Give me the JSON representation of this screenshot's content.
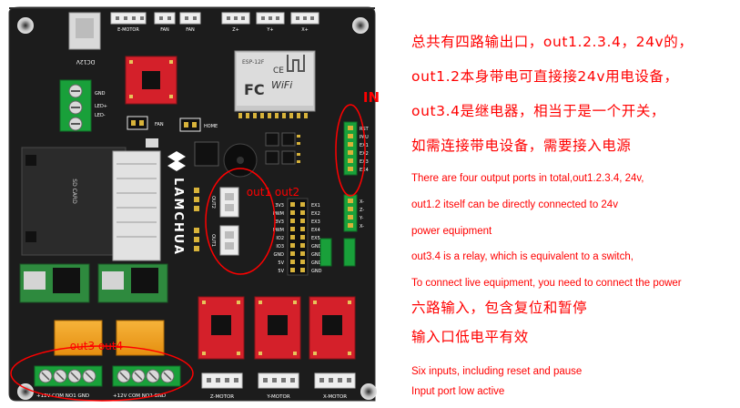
{
  "annotations": {
    "in_label": "IN",
    "out12_label": "out1 out2",
    "out34_label": "out3 out4"
  },
  "board": {
    "brand": "LAMCHUA",
    "header_labels": {
      "e_motor": "E-MOTOR",
      "fan_a": "FAN",
      "fan_b": "FAN",
      "zplus": "Z+",
      "zminus": "Z-",
      "yplus": "Y+",
      "yminus": "Y-",
      "xplus": "X+",
      "xminus": "X-",
      "fan2": "FAN",
      "home": "HOME"
    },
    "dc_label": "DC12V",
    "led_labels": {
      "led_plus": "LED+",
      "led_minus": "LED-",
      "led_gnd": "GND"
    },
    "out_labels": {
      "out2": "OUT2",
      "out1": "OUT1"
    },
    "left_signal_pins": [
      "3V3",
      "PWM",
      "3V3",
      "PWM",
      "IO2",
      "IO3",
      "GND",
      "5V",
      "5V"
    ],
    "right_signal_pins": [
      "EX1",
      "EX2",
      "EX3",
      "EX4",
      "EX5",
      "GND",
      "GND",
      "GND",
      "GND"
    ],
    "in_pins": [
      "RST",
      "PAU",
      "EX1",
      "EX2",
      "EX3",
      "EX4"
    ],
    "xyz_pins": [
      "X-",
      "Z-",
      "Y-",
      "X-"
    ],
    "wifi_text": "WiFi",
    "ce_text": "CE",
    "fc_text": "FC",
    "module_text": "ESP-12F",
    "sd_text": "SD CARD",
    "relay_terminals_a": "+12V COM NO1 GND",
    "relay_terminals_b": "+12V COM NO2 GND",
    "motor_labels": {
      "z": "Z-MOTOR",
      "y": "Y-MOTOR",
      "x": "X-MOTOR"
    }
  },
  "text": {
    "zh1": "总共有四路输出口，out1.2.3.4，24v的，",
    "zh2": "out1.2本身带电可直接接24v用电设备，",
    "zh3": "out3.4是继电器，相当于是一个开关，",
    "zh4": "如需连接带电设备，需要接入电源",
    "en1": "There are four output ports in total,out1.2.3.4, 24v,",
    "en2": "out1.2 itself can be directly connected to 24v",
    "en3": "power equipment",
    "en4": "out3.4 is a relay, which is equivalent to a switch,",
    "en5": "To connect live equipment, you need to connect the power",
    "zh5": "六路输入，包含复位和暂停",
    "zh6": "输入口低电平有效",
    "en6": "Six inputs, including reset and pause",
    "en7": "Input port low active"
  },
  "colors": {
    "pcb": "#1c1c1c",
    "annotation": "#ff0000",
    "terminal_green": "#19a03a",
    "driver_red": "#d4202a",
    "relay_orange": "#f2a21a",
    "reg_green": "#2e8a3e"
  }
}
